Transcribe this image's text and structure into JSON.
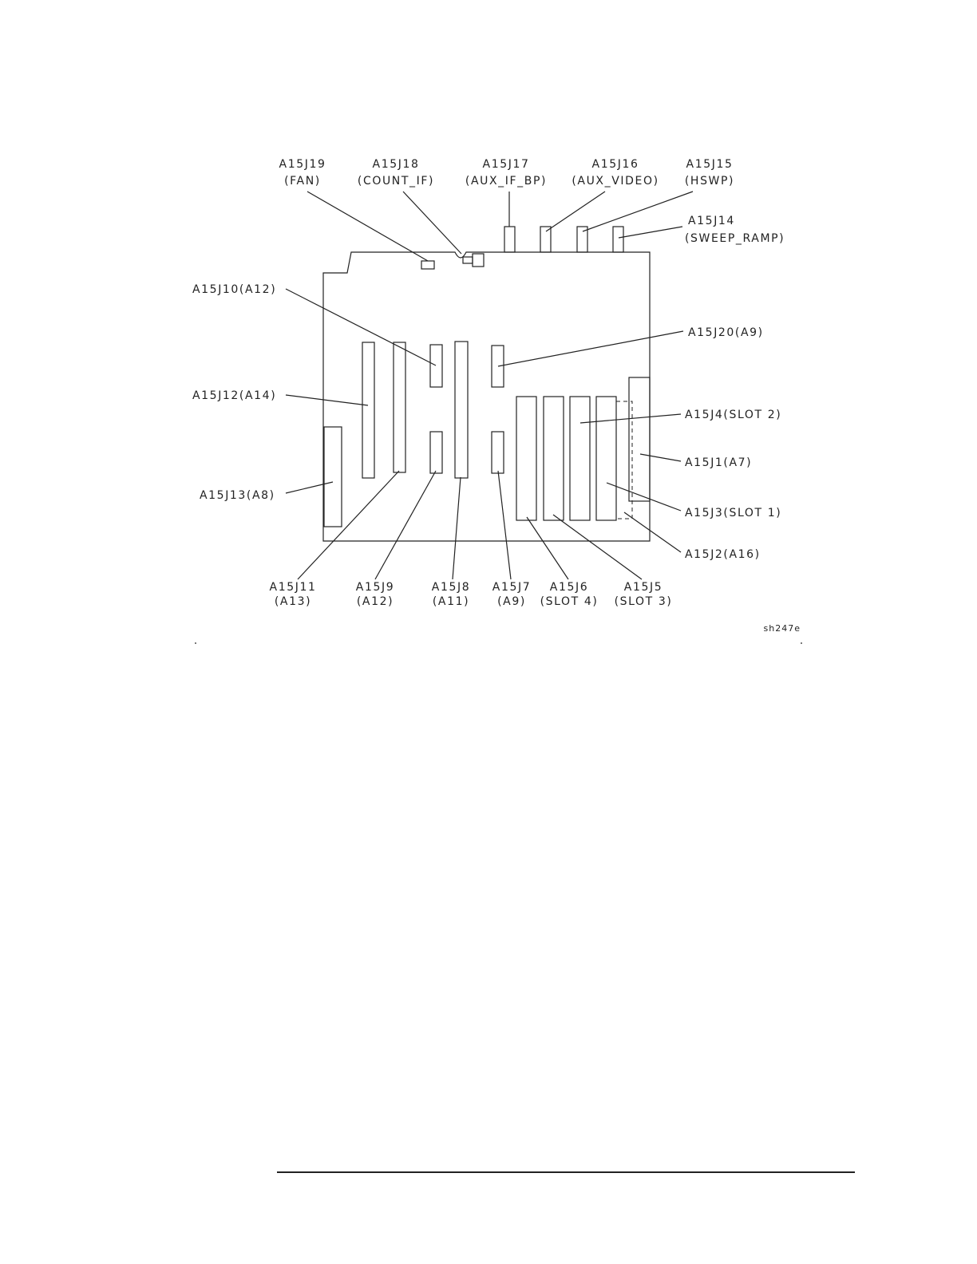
{
  "figure": {
    "code": "sh247e",
    "labels": {
      "j19": [
        "A15J19",
        "(FAN)"
      ],
      "j18": [
        "A15J18",
        "(COUNT_IF)"
      ],
      "j17": [
        "A15J17",
        "(AUX_IF_BP)"
      ],
      "j16": [
        "A15J16",
        "(AUX_VIDEO)"
      ],
      "j15": [
        "A15J15",
        "(HSWP)"
      ],
      "j14": [
        "A15J14",
        "(SWEEP_RAMP)"
      ],
      "j10": [
        "A15J10(A12)"
      ],
      "j20": [
        "A15J20(A9)"
      ],
      "j12": [
        "A15J12(A14)"
      ],
      "j4": [
        "A15J4(SLOT 2)"
      ],
      "j1": [
        "A15J1(A7)"
      ],
      "j13": [
        "A15J13(A8)"
      ],
      "j3": [
        "A15J3(SLOT 1)"
      ],
      "j2": [
        "A15J2(A16)"
      ],
      "j11": [
        "A15J11",
        "(A13)"
      ],
      "j9": [
        "A15J9",
        "(A12)"
      ],
      "j8": [
        "A15J8",
        "(A11)"
      ],
      "j7": [
        "A15J7",
        "(A9)"
      ],
      "j6": [
        "A15J6",
        "(SLOT 4)"
      ],
      "j5": [
        "A15J5",
        "(SLOT 3)"
      ]
    }
  }
}
